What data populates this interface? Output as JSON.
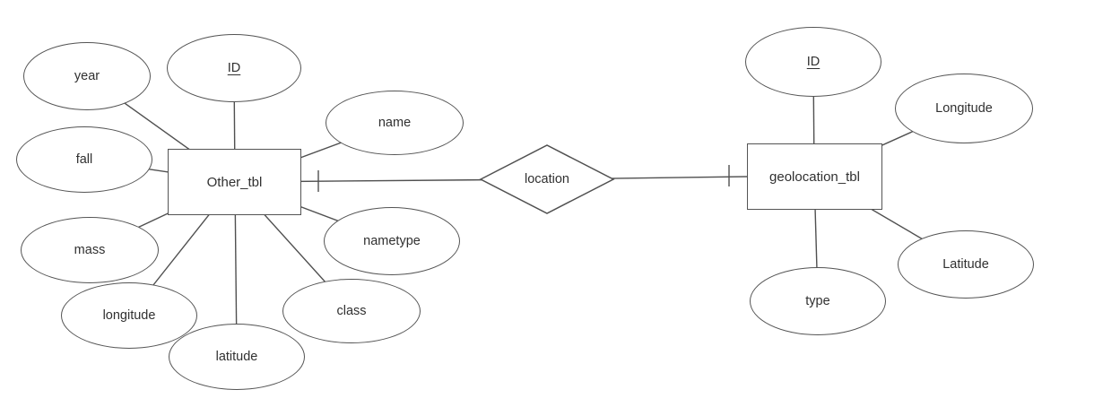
{
  "diagram": {
    "type": "entity-relationship",
    "background_color": "#ffffff",
    "stroke_color": "#505050",
    "text_color": "#303030"
  },
  "left_entity": {
    "label": "Other_tbl",
    "attributes": [
      {
        "label": "year",
        "primary_key": false
      },
      {
        "label": "ID",
        "primary_key": true
      },
      {
        "label": "fall",
        "primary_key": false
      },
      {
        "label": "name",
        "primary_key": false
      },
      {
        "label": "mass",
        "primary_key": false
      },
      {
        "label": "nametype",
        "primary_key": false
      },
      {
        "label": "longitude",
        "primary_key": false
      },
      {
        "label": "class",
        "primary_key": false
      },
      {
        "label": "latitude",
        "primary_key": false
      }
    ]
  },
  "right_entity": {
    "label": "geolocation_tbl",
    "attributes": [
      {
        "label": "ID",
        "primary_key": true
      },
      {
        "label": "Longitude",
        "primary_key": false
      },
      {
        "label": "Latitude",
        "primary_key": false
      },
      {
        "label": "type",
        "primary_key": false
      }
    ]
  },
  "relationship": {
    "label": "location",
    "cardinality": "one-to-one",
    "left_marker": "one",
    "right_marker": "one"
  }
}
